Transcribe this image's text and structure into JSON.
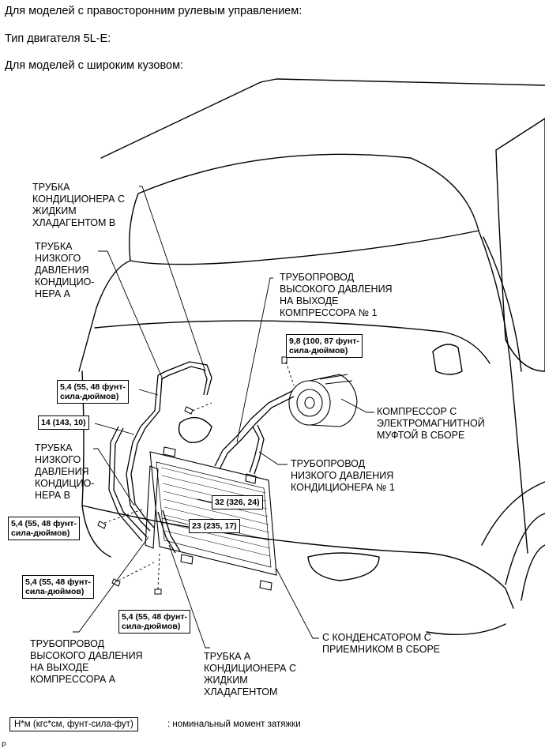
{
  "header": {
    "line1": "Для моделей с правосторонним рулевым управлением:",
    "line2": "Тип двигателя 5L-E:",
    "line3": "Для моделей с широким кузовом:"
  },
  "labels": {
    "liquid_tube_b": [
      "ТРУБКА",
      "КОНДИЦИОНЕРА С",
      "ЖИДКИМ",
      "ХЛАДАГЕНТОМ В"
    ],
    "low_pressure_tube_a": [
      "ТРУБКА",
      "НИЗКОГО",
      "ДАВЛЕНИЯ",
      "КОНДИЦИО-",
      "НЕРА А"
    ],
    "discharge_hose_1": [
      "ТРУБОПРОВОД",
      "ВЫСОКОГО ДАВЛЕНИЯ",
      "НА ВЫХОДЕ",
      "КОМПРЕССОРА № 1"
    ],
    "compressor": [
      "КОМПРЕССОР С",
      "ЭЛЕКТРОМАГНИТНОЙ",
      "МУФТОЙ В СБОРЕ"
    ],
    "suction_hose_1": [
      "ТРУБОПРОВОД",
      "НИЗКОГО ДАВЛЕНИЯ",
      "КОНДИЦИОНЕРА № 1"
    ],
    "low_pressure_tube_b": [
      "ТРУБКА",
      "НИЗКОГО",
      "ДАВЛЕНИЯ",
      "КОНДИЦИО-",
      "НЕРА В"
    ],
    "discharge_hose_a": [
      "ТРУБОПРОВОД",
      "ВЫСОКОГО ДАВЛЕНИЯ",
      "НА ВЫХОДЕ",
      "КОМПРЕССОРА А"
    ],
    "liquid_tube_a": [
      "ТРУБКА А",
      "КОНДИЦИОНЕРА С",
      "ЖИДКИМ",
      "ХЛАДАГЕНТОМ"
    ],
    "condenser": [
      "С КОНДЕНСАТОРОМ С",
      "ПРИЕМНИКОМ В СБОРЕ"
    ]
  },
  "torques": {
    "t1": [
      "5,4 (55, 48 фунт-",
      "сила-дюймов)"
    ],
    "t2": [
      "14 (143, 10)"
    ],
    "t3": [
      "9,8 (100, 87 фунт-",
      "сила-дюймов)"
    ],
    "t4": [
      "32 (326, 24)"
    ],
    "t5": [
      "23 (235, 17)"
    ],
    "t6": [
      "5,4 (55, 48 фунт-",
      "сила-дюймов)"
    ],
    "t7": [
      "5,4 (55, 48 фунт-",
      "сила-дюймов)"
    ],
    "t8": [
      "5,4 (55, 48 фунт-",
      "сила-дюймов)"
    ]
  },
  "legend": {
    "box": "Н*м (кгс*см, фунт-сила-фут)",
    "text": ": номинальный момент затяжки"
  },
  "corner_mark": "P"
}
